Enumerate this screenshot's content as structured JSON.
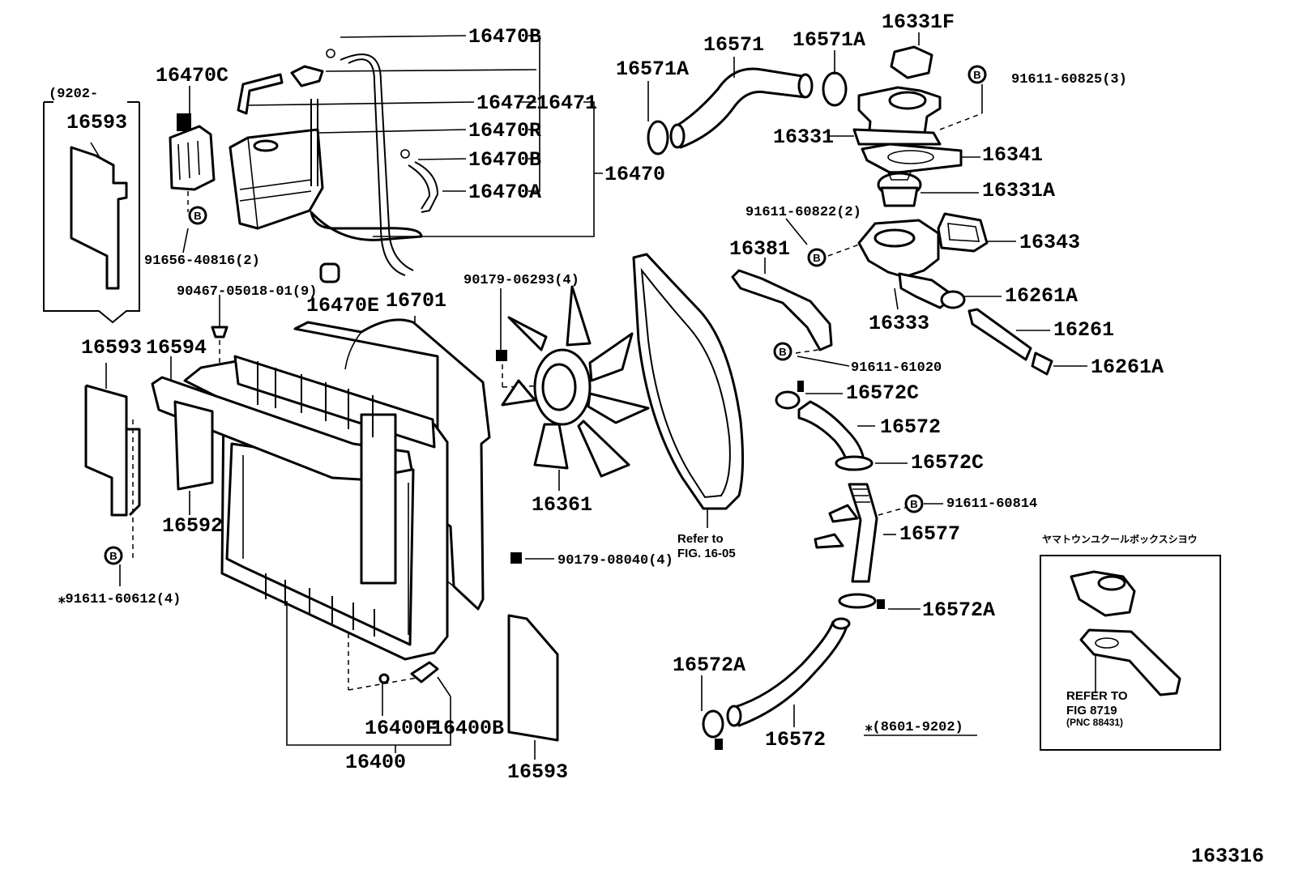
{
  "diagram": {
    "figure_id": "163316",
    "labels": {
      "l16470B_top": "16470B",
      "l16470C": "16470C",
      "l16472": "16472",
      "l16471": "16471",
      "l16470R": "16470R",
      "l16470B_mid": "16470B",
      "l16470A": "16470A",
      "l16470": "16470",
      "l9202": "(9202-",
      "l16593_inset": "16593",
      "l91656": "91656-40816(2)",
      "l90467": "90467-05018-01(9)",
      "l16470E": "16470E",
      "l16701": "16701",
      "l90179_06293": "90179-06293(4)",
      "l16593_left": "16593",
      "l16594": "16594",
      "l16592": "16592",
      "l91611_60612": "⁎91611-60612(4)",
      "l16361": "16361",
      "l90179_08040": "90179-08040(4)",
      "l16593_bottom": "16593",
      "l16400F": "16400F",
      "l16400B": "16400B",
      "l16400": "16400",
      "l16571A_left": "16571A",
      "l16571": "16571",
      "l16571A_right": "16571A",
      "l16331F": "16331F",
      "l91611_60825": "91611-60825(3)",
      "l16331": "16331",
      "l16341": "16341",
      "l16331A": "16331A",
      "l91611_60822": "91611-60822(2)",
      "l16381": "16381",
      "l16343": "16343",
      "l16261A_top": "16261A",
      "l16333": "16333",
      "l16261": "16261",
      "l91611_61020": "91611-61020",
      "l16261A_bottom": "16261A",
      "l16572C_top": "16572C",
      "l16572_mid": "16572",
      "l16572C_bottom": "16572C",
      "l91611_60814": "91611-60814",
      "l16577": "16577",
      "l16572A_right": "16572A",
      "l16572A_left": "16572A",
      "l16572_bottom": "16572",
      "refer_line1": "Refer to",
      "refer_line2": "FIG. 16-05",
      "note_8601": "⁎(8601-9202)",
      "inset_title": "ヤマトウンユクールボックスシヨウ",
      "inset_refer1": "REFER TO",
      "inset_refer2": "FIG 8719",
      "inset_refer3": "(PNC 88431)",
      "bolt_marker": "B"
    }
  }
}
